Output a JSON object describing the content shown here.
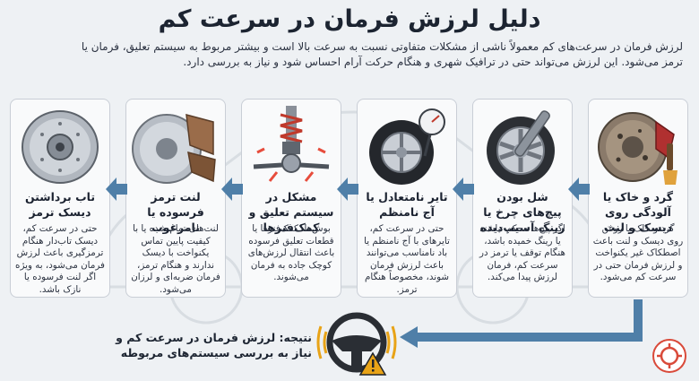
{
  "title": "دلیل لرزش فرمان در سرعت کم",
  "intro": "لرزش فرمان در سرعت‌های کم معمولاً ناشی از مشکلات متفاوتی نسبت به سرعت بالا است و بیشتر مربوط به سیستم تعلیق، فرمان یا ترمز می‌شود. این لرزش می‌تواند حتی در ترافیک شهری و هنگام حرکت آرام احساس شود و نیاز به بررسی دارد.",
  "cards": [
    {
      "title": "گرد و خاک یا آلودگی روی دیسک و لنت",
      "desc": "گرد و خاک یا روغن روی دیسک و لنت باعث اصطکاک غیر یکنواخت و لرزش فرمان حتی در سرعت کم می‌شود.",
      "icon": "dirty-brake-icon"
    },
    {
      "title": "شل بودن پیچ‌های چرخ یا رینگ آسیب‌دیده",
      "desc": "اگر پیچ‌ها محکم نباشند یا رینگ خمیده باشد، هنگام توقف یا ترمز در سرعت کم، فرمان لرزش پیدا می‌کند.",
      "icon": "wheel-wrench-icon"
    },
    {
      "title": "تایر نامتعادل یا آج نامنظم",
      "desc": "حتی در سرعت کم، تایرهای با آج نامنظم یا باد نامناسب می‌توانند باعث لرزش فرمان شوند، مخصوصاً هنگام ترمز.",
      "icon": "tire-gauge-icon"
    },
    {
      "title": "مشکل در سیستم تعلیق و کمک‌فنرها",
      "desc": "بوش‌ها، کمک‌فنرها یا قطعات تعلیق فرسوده باعث انتقال لرزش‌های کوچک جاده به فرمان می‌شوند.",
      "icon": "suspension-icon"
    },
    {
      "title": "لنت ترمز فرسوده یا نامرغوب",
      "desc": "لنت‌های تمام شده یا با کیفیت پایین تماس یکنواخت با دیسک ندارند و هنگام ترمز، فرمان ضربه‌ای و لرزان می‌شود.",
      "icon": "brake-pad-icon"
    },
    {
      "title": "تاب برداشتن دیسک ترمز",
      "desc": "حتی در سرعت کم، دیسک تاب‌دار هنگام ترمزگیری باعث لرزش فرمان می‌شود، به ویژه اگر لنت فرسوده یا نازک باشد.",
      "icon": "brake-disc-icon"
    }
  ],
  "result": "نتیجه: لرزش فرمان در سرعت کم و نیاز به بررسی سیستم‌های مربوطه",
  "colors": {
    "accent": "#4f7fa8",
    "warning": "#e8a317"
  }
}
